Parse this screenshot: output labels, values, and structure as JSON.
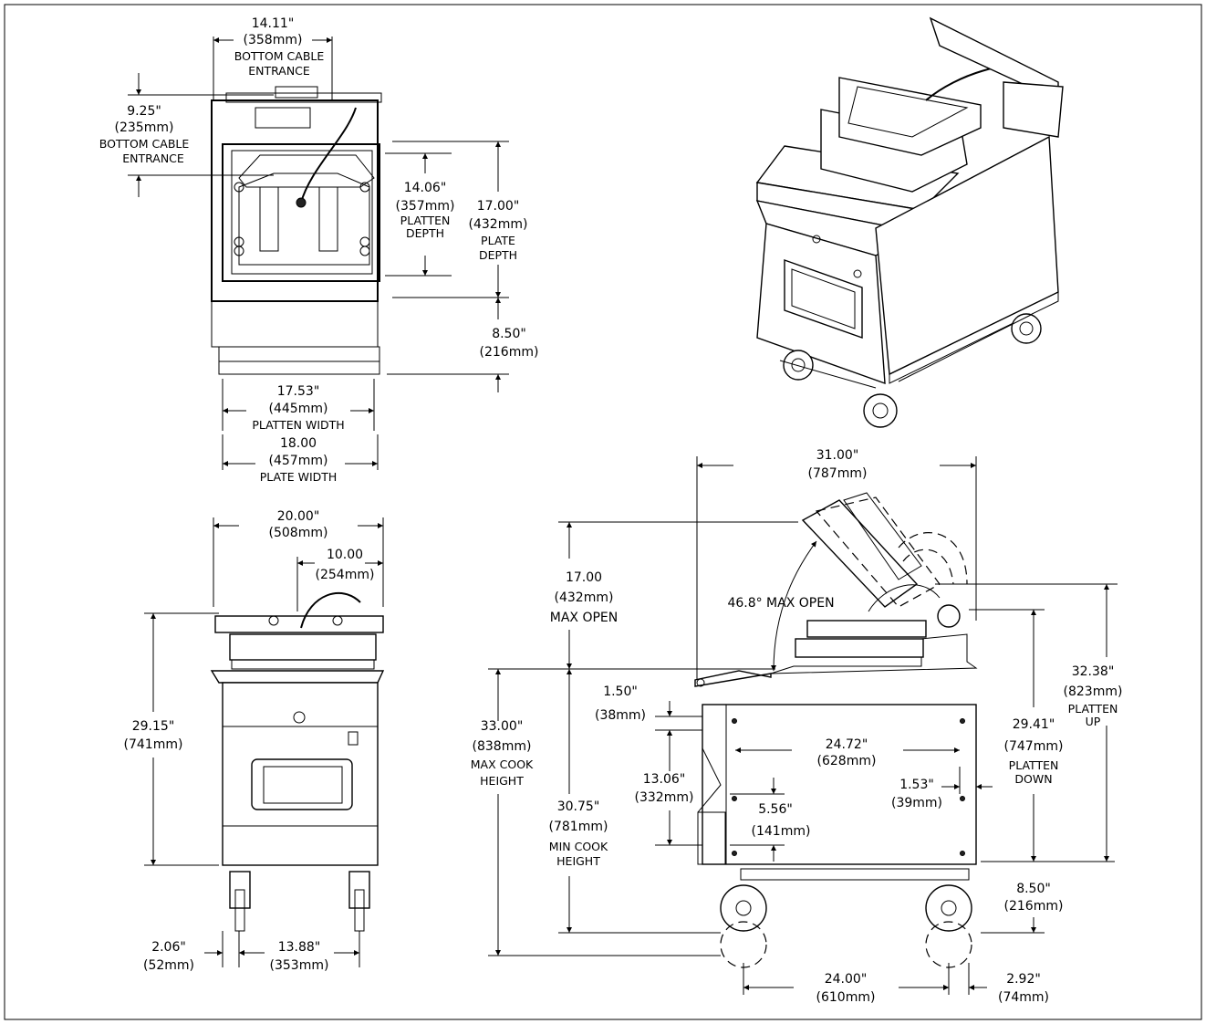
{
  "top_view": {
    "cable_width": [
      "14.11\"",
      "(358mm)",
      "BOTTOM CABLE",
      "ENTRANCE"
    ],
    "cable_depth": [
      "9.25\"",
      "(235mm)",
      "BOTTOM CABLE",
      "ENTRANCE"
    ],
    "platten_depth": [
      "14.06\"",
      "(357mm)",
      "PLATTEN",
      "DEPTH"
    ],
    "plate_depth": [
      "17.00\"",
      "(432mm)",
      "PLATE",
      "DEPTH"
    ],
    "front_depth": [
      "8.50\"",
      "(216mm)"
    ],
    "platten_width": [
      "17.53\"",
      "(445mm)",
      "PLATTEN WIDTH"
    ],
    "plate_width": [
      "18.00",
      "(457mm)",
      "PLATE WIDTH"
    ]
  },
  "front_view": {
    "overall_width": [
      "20.00\"",
      "(508mm)"
    ],
    "offset_width": [
      "10.00",
      "(254mm)"
    ],
    "height": [
      "29.15\"",
      "(741mm)"
    ],
    "caster_offset": [
      "2.06\"",
      "(52mm)"
    ],
    "caster_spacing": [
      "13.88\"",
      "(353mm)"
    ]
  },
  "side_view": {
    "overall_depth": [
      "31.00\"",
      "(787mm)"
    ],
    "max_open": [
      "17.00",
      "(432mm)",
      "MAX OPEN"
    ],
    "angle": "46.8° MAX OPEN",
    "max_cook": [
      "33.00\"",
      "(838mm)",
      "MAX COOK",
      "HEIGHT"
    ],
    "min_cook": [
      "30.75\"",
      "(781mm)",
      "MIN COOK",
      "HEIGHT"
    ],
    "dim_150": [
      "1.50\"",
      "(38mm)"
    ],
    "dim_1306": [
      "13.06\"",
      "(332mm)"
    ],
    "dim_2472": [
      "24.72\"",
      "(628mm)"
    ],
    "dim_153": [
      "1.53\"",
      "(39mm)"
    ],
    "dim_556": [
      "5.56\"",
      "(141mm)"
    ],
    "platten_down": [
      "29.41\"",
      "(747mm)",
      "PLATTEN",
      "DOWN"
    ],
    "platten_up": [
      "32.38\"",
      "(823mm)",
      "PLATTEN",
      "UP"
    ],
    "base_height": [
      "8.50\"",
      "(216mm)"
    ],
    "caster_spacing": [
      "24.00\"",
      "(610mm)"
    ],
    "rear_offset": [
      "2.92\"",
      "(74mm)"
    ]
  }
}
